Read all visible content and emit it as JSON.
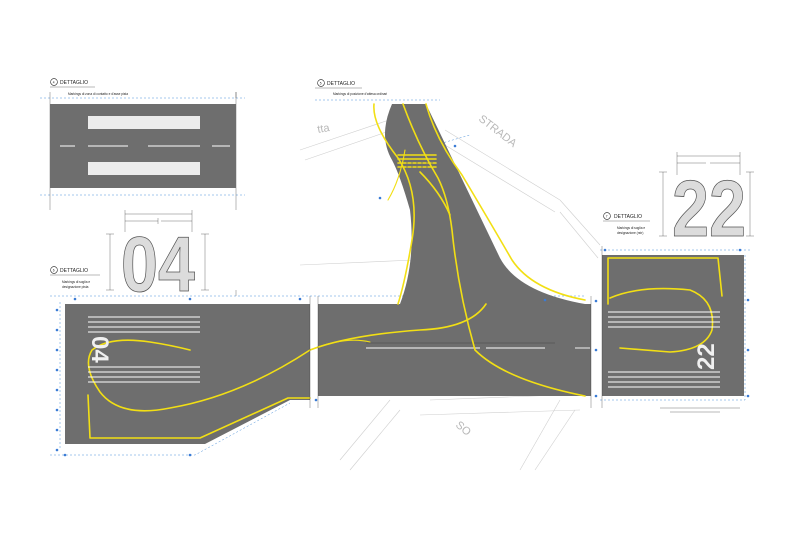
{
  "details": {
    "d4": {
      "number": "4",
      "title": "DETTAGLIO",
      "caption": "Markings di zona di contatto e d'asse pista"
    },
    "d5": {
      "number": "5",
      "title": "DETTAGLIO",
      "caption": "Markings di posizione d'attesa ordinari"
    },
    "d6": {
      "number": "6",
      "title": "DETTAGLIO",
      "caption_line1": "Markings di soglia e",
      "caption_line2": "designazione pista"
    },
    "d7": {
      "number": "7",
      "title": "DETTAGLIO",
      "caption_line1": "Markings di soglia e",
      "caption_line2": "designazione (rstr)"
    }
  },
  "runway_designators": {
    "left_detail": "04",
    "right_detail": "22",
    "left_painted": "04",
    "right_painted": "22"
  },
  "street_labels": {
    "top_left": "tta",
    "top_right": "STRADA",
    "bottom": "SO"
  },
  "colors": {
    "asphalt": "#6e6e6e",
    "taxi_line": "#f2df14",
    "runway_marking": "#ffffff",
    "dimension_blue": "#4a90d9"
  }
}
